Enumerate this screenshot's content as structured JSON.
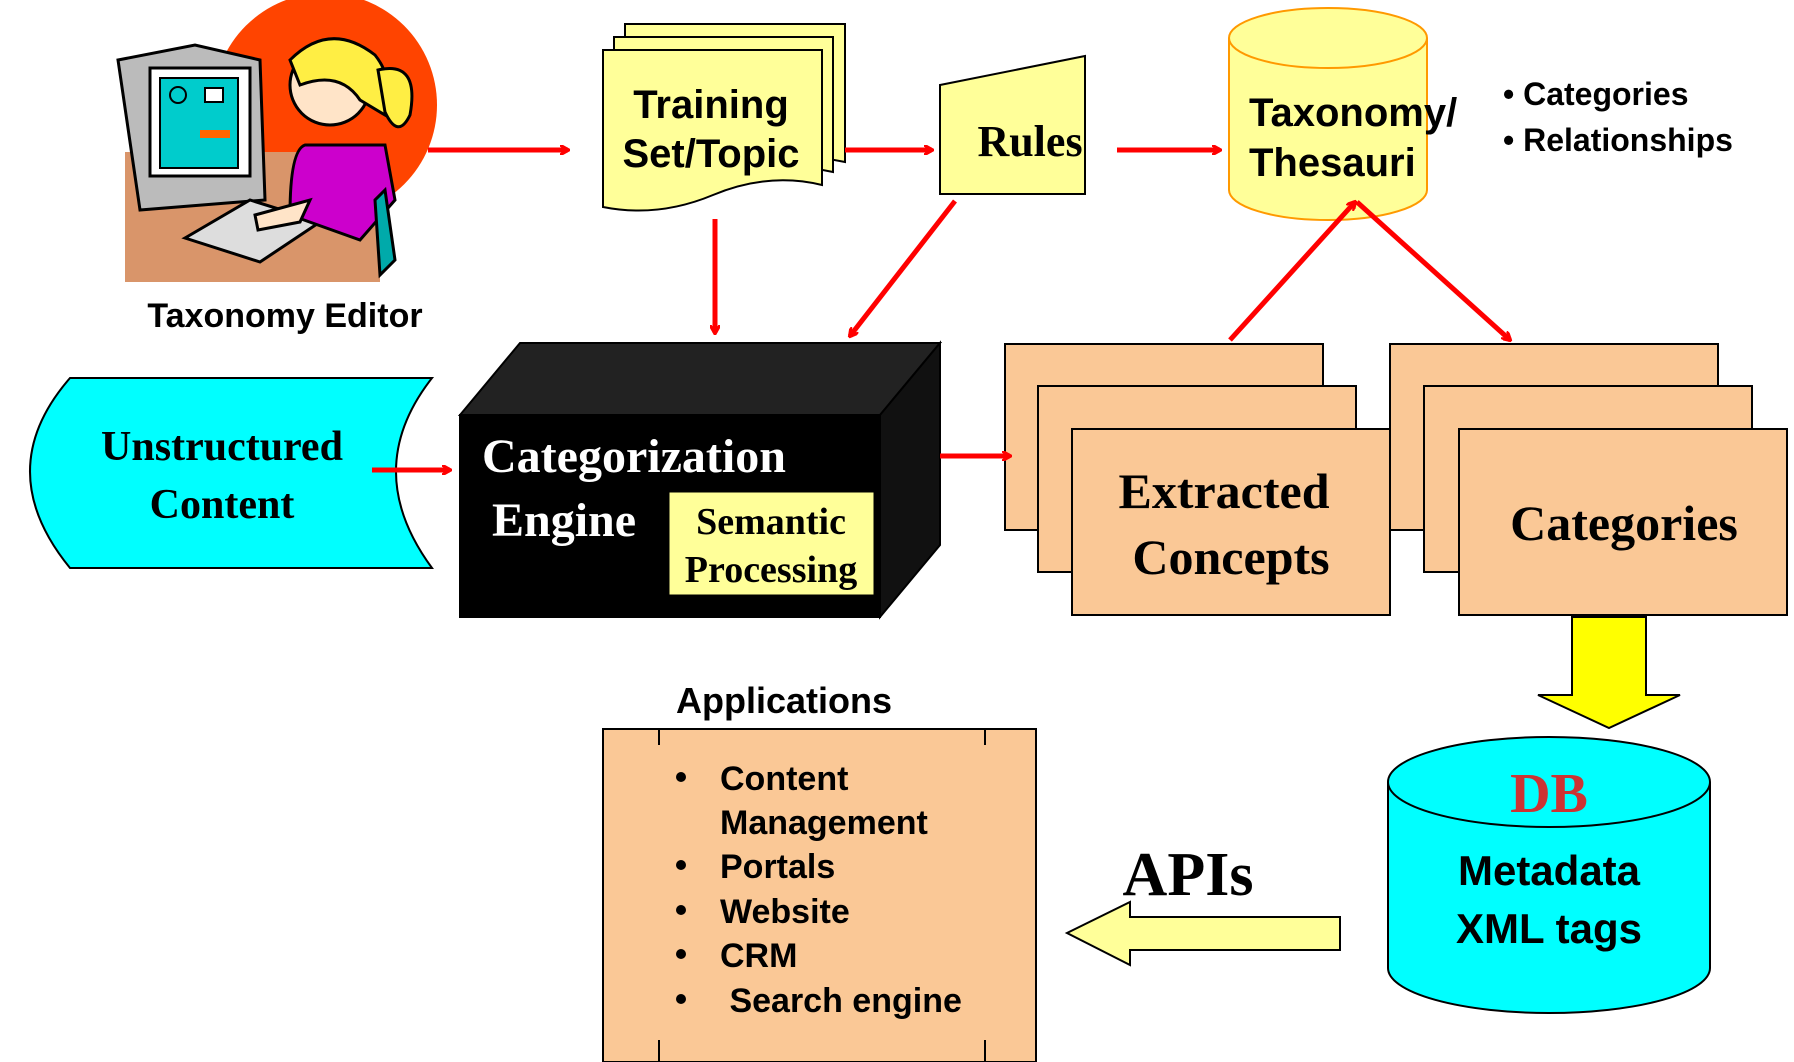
{
  "editor": {
    "label": "Taxonomy Editor"
  },
  "training_set": {
    "line1": "Training",
    "line2": "Set/Topic"
  },
  "rules": {
    "label": "Rules"
  },
  "taxonomy": {
    "line1": "Taxonomy/",
    "line2": "Thesauri"
  },
  "taxonomy_notes": [
    "• Categories",
    "• Relationships"
  ],
  "unstructured": {
    "line1": "Unstructured",
    "line2": "Content"
  },
  "engine": {
    "line1": "Categorization",
    "line2": "Engine",
    "sub1": "Semantic",
    "sub2": "Processing"
  },
  "extracted": {
    "line1": "Extracted",
    "line2": "Concepts"
  },
  "categories": {
    "label": "Categories"
  },
  "db": {
    "title": "DB",
    "line1": "Metadata",
    "line2": "XML tags"
  },
  "apis": {
    "label": "APIs"
  },
  "applications": {
    "title": "Applications",
    "items": [
      "Content",
      "Management",
      "Portals",
      "Website",
      "CRM",
      " Search engine"
    ]
  },
  "colors": {
    "arrow": "#ff0000",
    "note": "#ffff99",
    "peach": "#fac896",
    "cyan": "#00ffff",
    "engine": "#000000",
    "db_title": "#cc3333",
    "big_arrow": "#ffff00"
  }
}
